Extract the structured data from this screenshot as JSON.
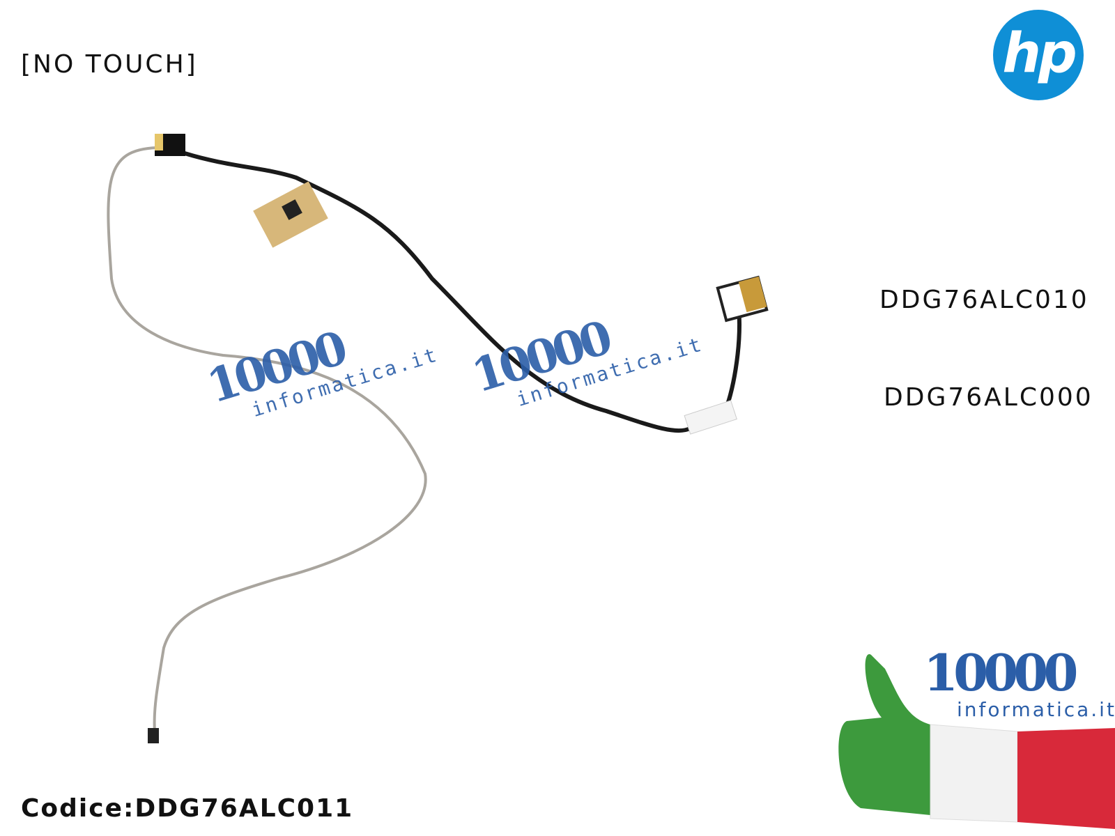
{
  "labels": {
    "variant": "[NO TOUCH]",
    "alt_code_1": "DDG76ALC010",
    "alt_code_2": "DDG76ALC000",
    "codice": "Codice:DDG76ALC011"
  },
  "logo": {
    "brand": "hp",
    "color": "#0f8fd6"
  },
  "watermark": {
    "number": "10000",
    "domain": "informatica.it",
    "color": "#2b5ea8"
  },
  "flag_colors": {
    "green": "#3d9a3d",
    "white": "#f4f4f4",
    "red": "#d8293a"
  }
}
